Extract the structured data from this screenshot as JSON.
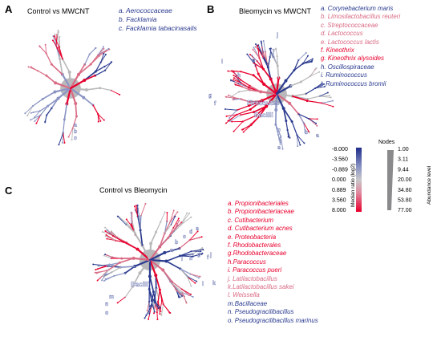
{
  "colors": {
    "red": "#e8002d",
    "pink": "#d96b84",
    "grey": "#b9b9bb",
    "lightblue": "#8a94c4",
    "navy": "#2a3a8f"
  },
  "panels": [
    {
      "letter": "A",
      "title": "Control vs MWCNT",
      "items": [
        {
          "label": "a. Aerococcaceae",
          "color": "#2a3a8f"
        },
        {
          "label": "b.  Facklamia",
          "color": "#2a3a8f"
        },
        {
          "label": "c.  Facklamia tabacinasalis",
          "color": "#2a3a8f"
        }
      ],
      "tree_labels": [
        "a",
        "b",
        "c"
      ]
    },
    {
      "letter": "B",
      "title": "Bleomycin vs MWCNT",
      "items": [
        {
          "label": "a.  Corynebacterium maris",
          "color": "#2a3a8f"
        },
        {
          "label": "b.  Limosilactobacillus reuteri",
          "color": "#d96b84"
        },
        {
          "label": "c.  Streptococcaceae",
          "color": "#d96b84"
        },
        {
          "label": "d.  Lactococcus",
          "color": "#d96b84"
        },
        {
          "label": "e.  Lactococcus lactis",
          "color": "#d96b84"
        },
        {
          "label": "f.  Kineothrix",
          "color": "#e8002d"
        },
        {
          "label": "g.  Kineothrix alysoides",
          "color": "#e8002d"
        },
        {
          "label": "h.  Oscillospiraceae",
          "color": "#2a3a8f"
        },
        {
          "label": "i.  Ruminococcus",
          "color": "#2a3a8f"
        },
        {
          "label": "j.  Ruminococcus bromii",
          "color": "#2a3a8f"
        }
      ],
      "tree_labels": [
        "Firmicutes",
        "Bacilli",
        "j",
        "i",
        "h",
        "g",
        "f",
        "c",
        "d",
        "e",
        "b",
        "a"
      ]
    },
    {
      "letter": "C",
      "title": "Control vs Bleomycin",
      "items": [
        {
          "label": "a.  Propionibacteriales",
          "color": "#e8002d"
        },
        {
          "label": "b.  Propionibacteriaceae",
          "color": "#e8002d"
        },
        {
          "label": "c.  Cutibacterium",
          "color": "#e8002d"
        },
        {
          "label": "d. Cutibacterium acnes",
          "color": "#e8002d"
        },
        {
          "label": "e.  Proteobacteria",
          "color": "#e8002d"
        },
        {
          "label": "f.  Rhodobacterales",
          "color": "#e8002d"
        },
        {
          "label": "g.Rhodobacteraceae",
          "color": "#e8002d"
        },
        {
          "label": "h.Paracoccus",
          "color": "#e8002d"
        },
        {
          "label": "i.  Paracoccus pueri",
          "color": "#e8002d"
        },
        {
          "label": "j.  Latilactobacillus",
          "color": "#d96b84"
        },
        {
          "label": "k.Latilactobacillus sakei",
          "color": "#d96b84"
        },
        {
          "label": "l.  Weissella",
          "color": "#d96b84"
        },
        {
          "label": "m.Bacillaceae",
          "color": "#2a3a8f"
        },
        {
          "label": "n.  Pseudogracilibacillus",
          "color": "#2a3a8f"
        },
        {
          "label": "o.  Pseudogracilibacillus marinus",
          "color": "#2a3a8f"
        }
      ],
      "tree_labels": [
        "Bacilli",
        "a",
        "b",
        "c",
        "d",
        "e",
        "f",
        "g",
        "h",
        "i",
        "j",
        "k",
        "l",
        "m",
        "n",
        "o"
      ]
    }
  ],
  "scale": {
    "median_title": "Median ratio (log2)",
    "nodes_title": "Nodes",
    "abundance_title": "Abundance level",
    "median_ticks": [
      "-8.000",
      "-3.560",
      "-0.889",
      "0.000",
      "0.889",
      "3.560",
      "8.000"
    ],
    "node_ticks": [
      "1.00",
      "3.11",
      "9.44",
      "20.00",
      "34.80",
      "53.80",
      "77.00"
    ]
  }
}
